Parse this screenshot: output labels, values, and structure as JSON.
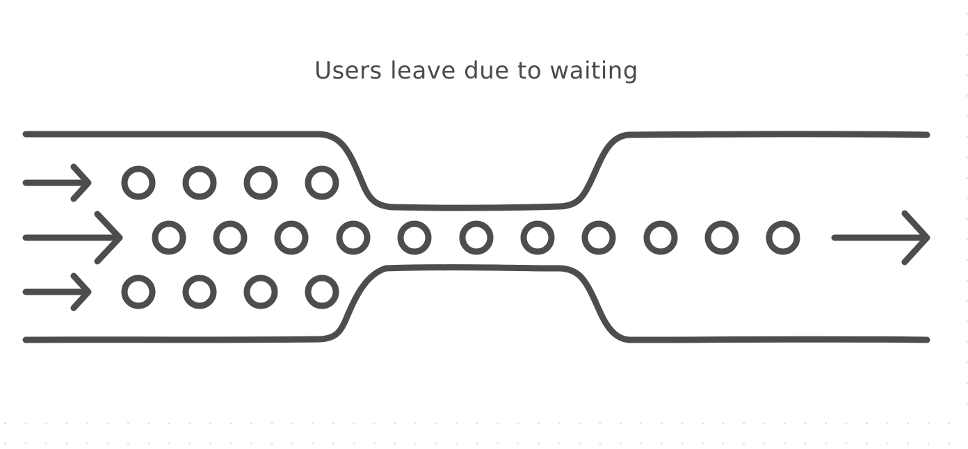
{
  "canvas": {
    "background": "#ffffff",
    "stroke_color": "#4d4d4d",
    "grid_dot_color": "#e4e4e4"
  },
  "diagram": {
    "title": "Users leave due to waiting",
    "icons": {
      "input_arrows": [
        "arrow-right-icon",
        "arrow-right-icon",
        "arrow-right-icon"
      ],
      "output_arrow": "arrow-right-icon",
      "user_marker": "circle-icon"
    },
    "rows": {
      "top": {
        "user_count": 4
      },
      "middle": {
        "user_count": 11
      },
      "bottom": {
        "user_count": 4
      }
    },
    "shape": "funnel-bottleneck-pipe"
  }
}
